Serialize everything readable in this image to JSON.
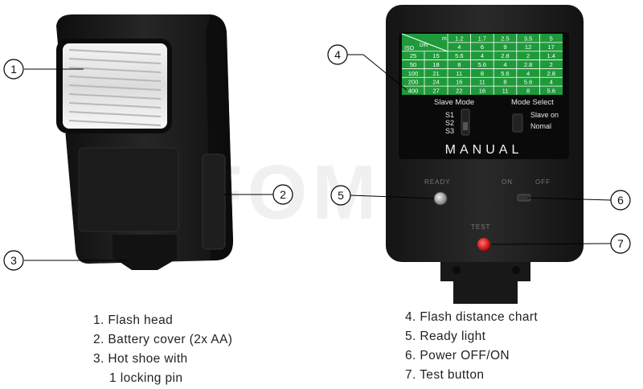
{
  "watermark": "FOMIX",
  "callouts": [
    "1",
    "2",
    "3",
    "4",
    "5",
    "6",
    "7"
  ],
  "legend_left": [
    "1. Flash head",
    "2. Battery cover (2x AA)",
    "3. Hot shoe with",
    "1 locking pin"
  ],
  "legend_right": [
    "4. Flash distance chart",
    "5. Ready light",
    "6. Power OFF/ON",
    "7. Test button"
  ],
  "chart": {
    "corner_iso": "ISO",
    "corner_din": "DIN",
    "corner_m": "m",
    "distances": [
      "1.2",
      "1.7",
      "2.5",
      "3.5",
      "5"
    ],
    "ft": [
      "4",
      "6",
      "9",
      "12",
      "17"
    ],
    "rows": [
      {
        "iso": "25",
        "din": "15",
        "vals": [
          "5.6",
          "4",
          "2.8",
          "2",
          "1.4"
        ]
      },
      {
        "iso": "50",
        "din": "18",
        "vals": [
          "8",
          "5.6",
          "4",
          "2.8",
          "2"
        ]
      },
      {
        "iso": "100",
        "din": "21",
        "vals": [
          "11",
          "8",
          "5.6",
          "4",
          "2.8"
        ]
      },
      {
        "iso": "200",
        "din": "24",
        "vals": [
          "16",
          "11",
          "8",
          "5.6",
          "4"
        ]
      },
      {
        "iso": "400",
        "din": "27",
        "vals": [
          "22",
          "16",
          "11",
          "8",
          "5.6"
        ]
      }
    ]
  },
  "panel": {
    "slave_mode": "Slave Mode",
    "mode_select": "Mode Select",
    "s1": "S1",
    "s2": "S2",
    "s3": "S3",
    "slave_on": "Slave on",
    "nomal": "Nomal",
    "manual": "MANUAL",
    "ready": "READY",
    "on": "ON",
    "off": "OFF",
    "test": "TEST"
  },
  "colors": {
    "chart_green": "#1f9a3a",
    "body": "#161616",
    "ready_led": "#8a8a8a",
    "test_button": "#d41414"
  }
}
